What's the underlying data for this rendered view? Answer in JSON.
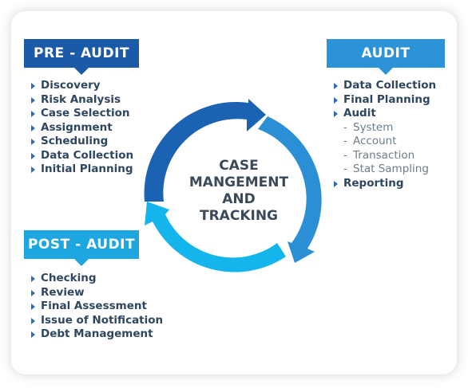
{
  "center": {
    "lines": [
      "CASE",
      "MANGEMENT",
      "AND",
      "TRACKING"
    ]
  },
  "pre_audit": {
    "title": "PRE - AUDIT",
    "items": [
      "Discovery",
      "Risk Analysis",
      "Case Selection",
      "Assignment",
      "Scheduling",
      "Data Collection",
      "Initial Planning"
    ]
  },
  "audit": {
    "title": "AUDIT",
    "items": [
      "Data Collection",
      "Final Planning",
      "Audit"
    ],
    "sub_items": [
      "System",
      "Account",
      "Transaction",
      "Stat Sampling"
    ],
    "last_item": "Reporting"
  },
  "post_audit": {
    "title": "POST - AUDIT",
    "items": [
      "Checking",
      "Review",
      "Final Assessment",
      "Issue of Notification",
      "Debt Management"
    ]
  },
  "colors": {
    "pre_audit": "#1a5aa8",
    "audit": "#2d93d8",
    "post_audit": "#1ea6e0",
    "arrow_dark": "#1b62b3",
    "arrow_mid": "#2b8fd6",
    "arrow_light": "#13b5ec"
  }
}
